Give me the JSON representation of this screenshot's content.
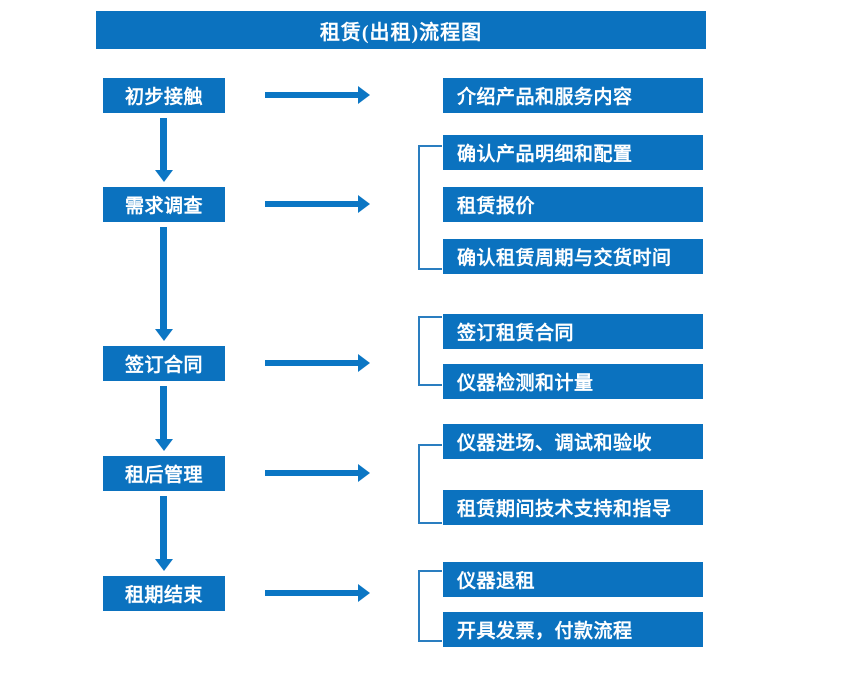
{
  "title": "租赁(出租)流程图",
  "colors": {
    "box_fill": "#0b72bf",
    "arrow": "#0b76c4",
    "bracket": "#2a7ec0",
    "text": "#ffffff",
    "background": "#ffffff"
  },
  "stages": [
    {
      "label": "初步接触"
    },
    {
      "label": "需求调查"
    },
    {
      "label": "签订合同"
    },
    {
      "label": "租后管理"
    },
    {
      "label": "租期结束"
    }
  ],
  "details": [
    {
      "label": "介绍产品和服务内容"
    },
    {
      "label": "确认产品明细和配置"
    },
    {
      "label": "租赁报价"
    },
    {
      "label": "确认租赁周期与交货时间"
    },
    {
      "label": "签订租赁合同"
    },
    {
      "label": "仪器检测和计量"
    },
    {
      "label": "仪器进场、调试和验收"
    },
    {
      "label": "租赁期间技术支持和指导"
    },
    {
      "label": "仪器退租"
    },
    {
      "label": "开具发票，付款流程"
    }
  ]
}
